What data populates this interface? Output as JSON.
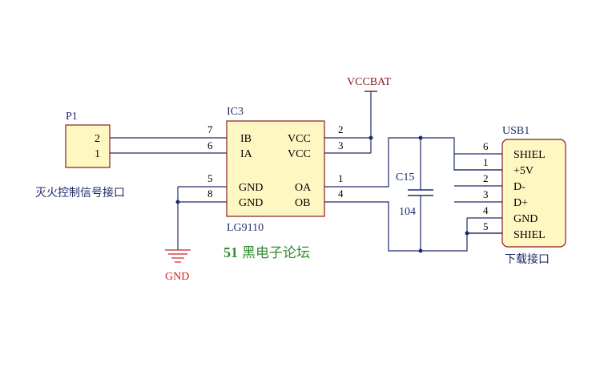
{
  "colors": {
    "wire": "#1f2a6b",
    "body_fill": "#fff7c2",
    "body_stroke": "#8b1a1a",
    "power": "#8b1a1a",
    "ground": "#cc2222",
    "pin_text": "#000000",
    "ref_text": "#1f2a6b",
    "watermark": "#2f8a2f"
  },
  "p1": {
    "ref": "P1",
    "pins": [
      "2",
      "1"
    ],
    "caption": "灭火控制信号接口"
  },
  "ic3": {
    "ref": "IC3",
    "part": "LG9110",
    "left_pins": [
      {
        "num": "7",
        "name": "IB"
      },
      {
        "num": "6",
        "name": "IA"
      },
      {
        "num": "5",
        "name": "GND"
      },
      {
        "num": "8",
        "name": "GND"
      }
    ],
    "right_pins": [
      {
        "num": "2",
        "name": "VCC"
      },
      {
        "num": "3",
        "name": "VCC"
      },
      {
        "num": "1",
        "name": "OA"
      },
      {
        "num": "4",
        "name": "OB"
      }
    ]
  },
  "power": {
    "label": "VCCBAT"
  },
  "ground": {
    "label": "GND"
  },
  "cap": {
    "ref": "C15",
    "value": "104"
  },
  "usb": {
    "ref": "USB1",
    "caption": "下载接口",
    "pins": [
      {
        "num": "6",
        "name": "SHIEL"
      },
      {
        "num": "1",
        "name": "+5V"
      },
      {
        "num": "2",
        "name": "D-"
      },
      {
        "num": "3",
        "name": "D+"
      },
      {
        "num": "4",
        "name": "GND"
      },
      {
        "num": "5",
        "name": "SHIEL"
      }
    ]
  },
  "watermark": {
    "number": "51",
    "text": "黑电子论坛"
  }
}
